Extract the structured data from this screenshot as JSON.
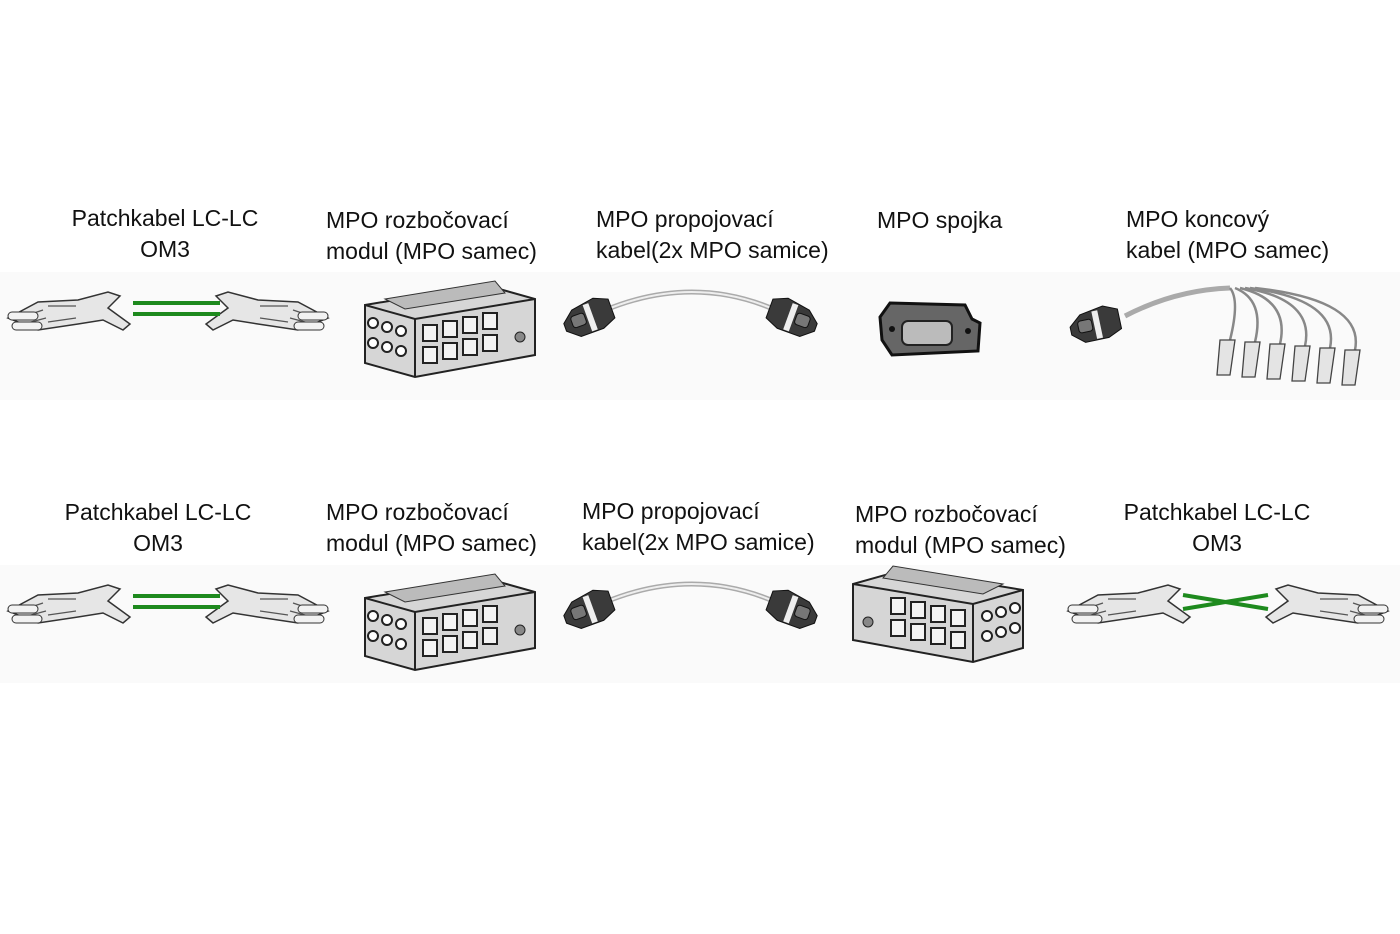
{
  "rows": [
    {
      "items": [
        {
          "line1": "Patchkabel LC-LC",
          "line2": "OM3"
        },
        {
          "line1": "MPO rozbočovací",
          "line2": "modul (MPO samec)"
        },
        {
          "line1": "MPO propojovací",
          "line2": "kabel(2x MPO samice)"
        },
        {
          "line1": "MPO spojka",
          "line2": ""
        },
        {
          "line1": "MPO koncový",
          "line2": "kabel (MPO samec)"
        }
      ]
    },
    {
      "items": [
        {
          "line1": "Patchkabel LC-LC",
          "line2": "OM3"
        },
        {
          "line1": "MPO rozbočovací",
          "line2": "modul (MPO samec)"
        },
        {
          "line1": "MPO propojovací",
          "line2": "kabel(2x MPO samice)"
        },
        {
          "line1": "MPO rozbočovací",
          "line2": "modul (MPO samec)"
        },
        {
          "line1": "Patchkabel LC-LC",
          "line2": "OM3"
        }
      ]
    }
  ],
  "colors": {
    "fiber": "#1e8a1e",
    "outline": "#222222",
    "body": "#d8d8d8"
  }
}
